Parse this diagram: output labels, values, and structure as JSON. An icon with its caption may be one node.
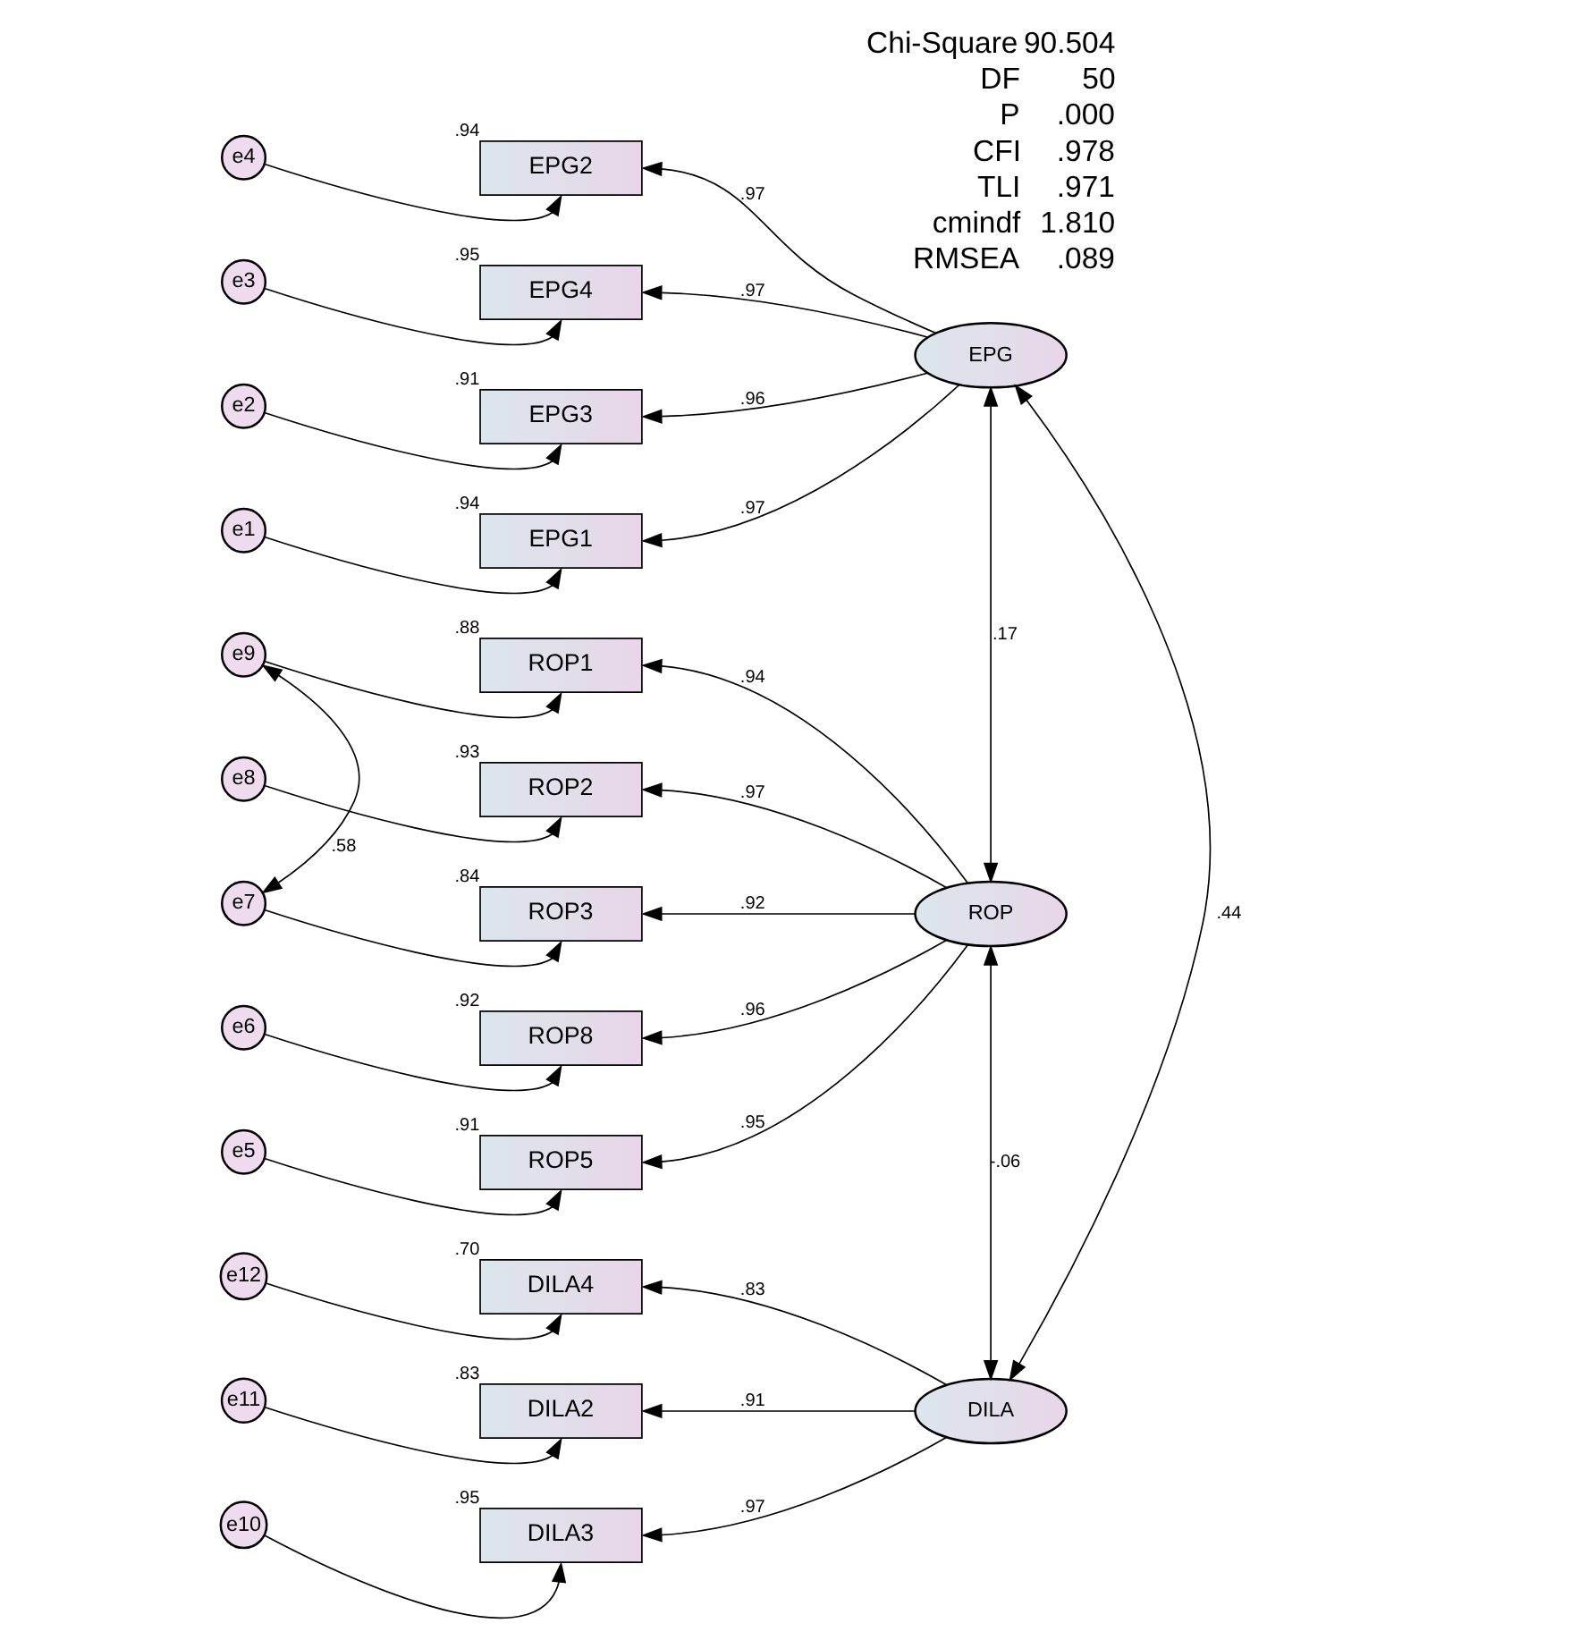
{
  "diagram": {
    "nodes": [
      {
        "text": [
          "e4"
        ]
      },
      {
        "text": [
          "EPG2"
        ],
        "beside": [
          ".94"
        ]
      },
      {
        "text": [
          "e3"
        ]
      },
      {
        "text": [
          "EPG4"
        ],
        "beside": [
          ".95"
        ]
      },
      {
        "text": [
          "e2"
        ]
      },
      {
        "text": [
          "EPG3"
        ],
        "beside": [
          ".91"
        ]
      },
      {
        "text": [
          "e1"
        ]
      },
      {
        "text": [
          "EPG1"
        ],
        "beside": [
          ".94"
        ]
      },
      {
        "text": [
          "EPG"
        ]
      },
      {
        "text": [
          "e9"
        ]
      },
      {
        "text": [
          "ROP1"
        ],
        "beside": [
          ".88"
        ]
      },
      {
        "text": [
          "e8"
        ]
      },
      {
        "text": [
          "ROP2"
        ],
        "beside": [
          ".93"
        ]
      },
      {
        "text": [
          "e7"
        ]
      },
      {
        "text": [
          "ROP3"
        ],
        "beside": [
          ".84"
        ]
      },
      {
        "text": [
          "e6"
        ]
      },
      {
        "text": [
          "ROP8"
        ],
        "beside": [
          ".92"
        ]
      },
      {
        "text": [
          "e5"
        ]
      },
      {
        "text": [
          "ROP5"
        ],
        "beside": [
          ".91"
        ]
      },
      {
        "text": [
          "ROP"
        ]
      },
      {
        "text": [
          "e12"
        ]
      },
      {
        "text": [
          "DILA4"
        ],
        "beside": [
          ".70"
        ]
      },
      {
        "text": [
          "e11"
        ]
      },
      {
        "text": [
          "DILA2"
        ],
        "beside": [
          ".83"
        ]
      },
      {
        "text": [
          "e10"
        ]
      },
      {
        "text": [
          "DILA3"
        ],
        "beside": [
          ".95"
        ]
      },
      {
        "text": [
          "DILA"
        ]
      }
    ],
    "edges": [
      {
        "from": 0,
        "to": 1,
        "arrow": "to"
      },
      {
        "from": 2,
        "to": 3,
        "arrow": "to"
      },
      {
        "from": 4,
        "to": 5,
        "arrow": "to"
      },
      {
        "from": 6,
        "to": 7,
        "arrow": "to"
      },
      {
        "from": 8,
        "to": 1,
        "arrow": "to",
        "label": ".97"
      },
      {
        "from": 8,
        "to": 3,
        "arrow": "to",
        "label": ".97"
      },
      {
        "from": 8,
        "to": 5,
        "arrow": "to",
        "label": ".96"
      },
      {
        "from": 8,
        "to": 7,
        "arrow": "to",
        "label": ".97"
      },
      {
        "from": 9,
        "to": 10,
        "arrow": "to"
      },
      {
        "from": 11,
        "to": 12,
        "arrow": "to"
      },
      {
        "from": 13,
        "to": 14,
        "arrow": "to"
      },
      {
        "from": 15,
        "to": 16,
        "arrow": "to"
      },
      {
        "from": 17,
        "to": 18,
        "arrow": "to"
      },
      {
        "from": 9,
        "to": 13,
        "arrow": "both",
        "label": ".58"
      },
      {
        "from": 19,
        "to": 10,
        "arrow": "to",
        "label": ".94"
      },
      {
        "from": 19,
        "to": 12,
        "arrow": "to",
        "label": ".97"
      },
      {
        "from": 19,
        "to": 14,
        "arrow": "to",
        "label": ".92"
      },
      {
        "from": 19,
        "to": 16,
        "arrow": "to",
        "label": ".96"
      },
      {
        "from": 19,
        "to": 18,
        "arrow": "to",
        "label": ".95"
      },
      {
        "from": 20,
        "to": 21,
        "arrow": "to"
      },
      {
        "from": 22,
        "to": 23,
        "arrow": "to"
      },
      {
        "from": 24,
        "to": 25,
        "arrow": "to"
      },
      {
        "from": 26,
        "to": 21,
        "arrow": "to",
        "label": ".83"
      },
      {
        "from": 26,
        "to": 23,
        "arrow": "to",
        "label": ".91"
      },
      {
        "from": 26,
        "to": 25,
        "arrow": "to",
        "label": ".97"
      },
      {
        "from": 8,
        "to": 19,
        "arrow": "both",
        "label": ".17"
      },
      {
        "from": 8,
        "to": 26,
        "arrow": "both",
        "label": ".44"
      },
      {
        "from": 19,
        "to": 26,
        "arrow": "both",
        "label": "-.06"
      }
    ],
    "labels": [
      "Chi-Square",
      "90.504",
      "DF",
      "50",
      "P",
      ".000",
      "CFI",
      ".978",
      "TLI",
      ".971",
      "cmindf",
      "1.810",
      "RMSEA",
      ".089"
    ]
  }
}
